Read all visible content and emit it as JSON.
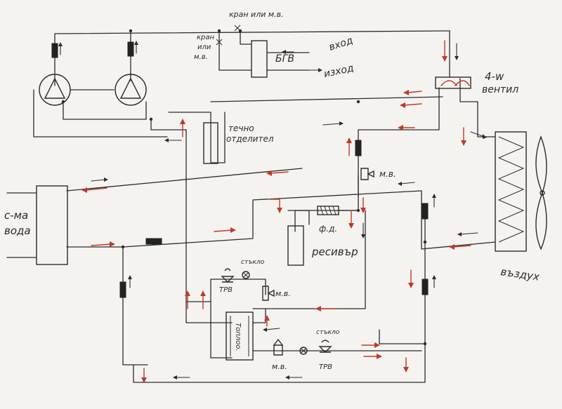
{
  "labels": {
    "valve_top": "кран или м.в.",
    "valve_left_1": "кран",
    "valve_left_2": "или",
    "valve_left_3": "м.в.",
    "bgv": "БГВ",
    "inlet": "вход",
    "outlet": "изход",
    "four_way_1": "4-w",
    "four_way_2": "вентил",
    "liquid_sep_1": "течно",
    "liquid_sep_2": "отделител",
    "mv_right": "м.в.",
    "water_hx_1": "с-ма",
    "water_hx_2": "вода",
    "filter_drier": "ф.д.",
    "receiver": "ресивър",
    "sight_glass_1": "стъкло",
    "trv_1": "ТРВ",
    "mv_mid": "м.в.",
    "plate_hx": "Топлоо.",
    "sight_glass_2": "стъкло",
    "mv_bottom": "м.в.",
    "trv_2": "ТРВ",
    "air": "въздух"
  },
  "colors": {
    "pipe": "#2b2b2b",
    "flow_arrow_red": "#c0392b",
    "paper": "#f4f3f0"
  }
}
